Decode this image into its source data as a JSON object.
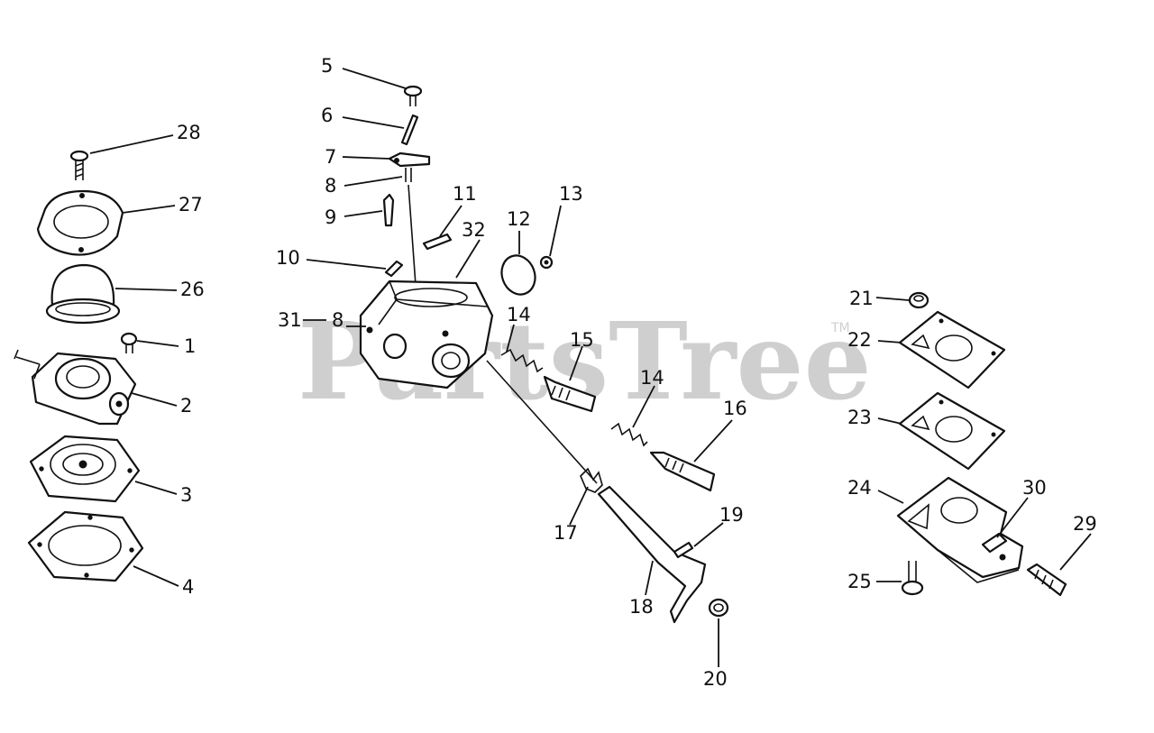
{
  "watermark": {
    "text": "PartsTree",
    "trademark": "TM"
  },
  "labels": [
    {
      "id": "p28",
      "text": "28"
    },
    {
      "id": "p27",
      "text": "27"
    },
    {
      "id": "p26",
      "text": "26"
    },
    {
      "id": "p1",
      "text": "1"
    },
    {
      "id": "p2",
      "text": "2"
    },
    {
      "id": "p3",
      "text": "3"
    },
    {
      "id": "p4",
      "text": "4"
    },
    {
      "id": "p5",
      "text": "5"
    },
    {
      "id": "p6",
      "text": "6"
    },
    {
      "id": "p7",
      "text": "7"
    },
    {
      "id": "p8",
      "text": "8"
    },
    {
      "id": "p9",
      "text": "9"
    },
    {
      "id": "p10",
      "text": "10"
    },
    {
      "id": "p11",
      "text": "11"
    },
    {
      "id": "p32",
      "text": "32"
    },
    {
      "id": "p12",
      "text": "12"
    },
    {
      "id": "p13",
      "text": "13"
    },
    {
      "id": "p31",
      "text": "31"
    },
    {
      "id": "p8b",
      "text": "8"
    },
    {
      "id": "p14a",
      "text": "14"
    },
    {
      "id": "p15",
      "text": "15"
    },
    {
      "id": "p14b",
      "text": "14"
    },
    {
      "id": "p16",
      "text": "16"
    },
    {
      "id": "p17",
      "text": "17"
    },
    {
      "id": "p18",
      "text": "18"
    },
    {
      "id": "p19",
      "text": "19"
    },
    {
      "id": "p20",
      "text": "20"
    },
    {
      "id": "p21",
      "text": "21"
    },
    {
      "id": "p22",
      "text": "22"
    },
    {
      "id": "p23",
      "text": "23"
    },
    {
      "id": "p24",
      "text": "24"
    },
    {
      "id": "p30",
      "text": "30"
    },
    {
      "id": "p29",
      "text": "29"
    },
    {
      "id": "p25",
      "text": "25"
    }
  ]
}
